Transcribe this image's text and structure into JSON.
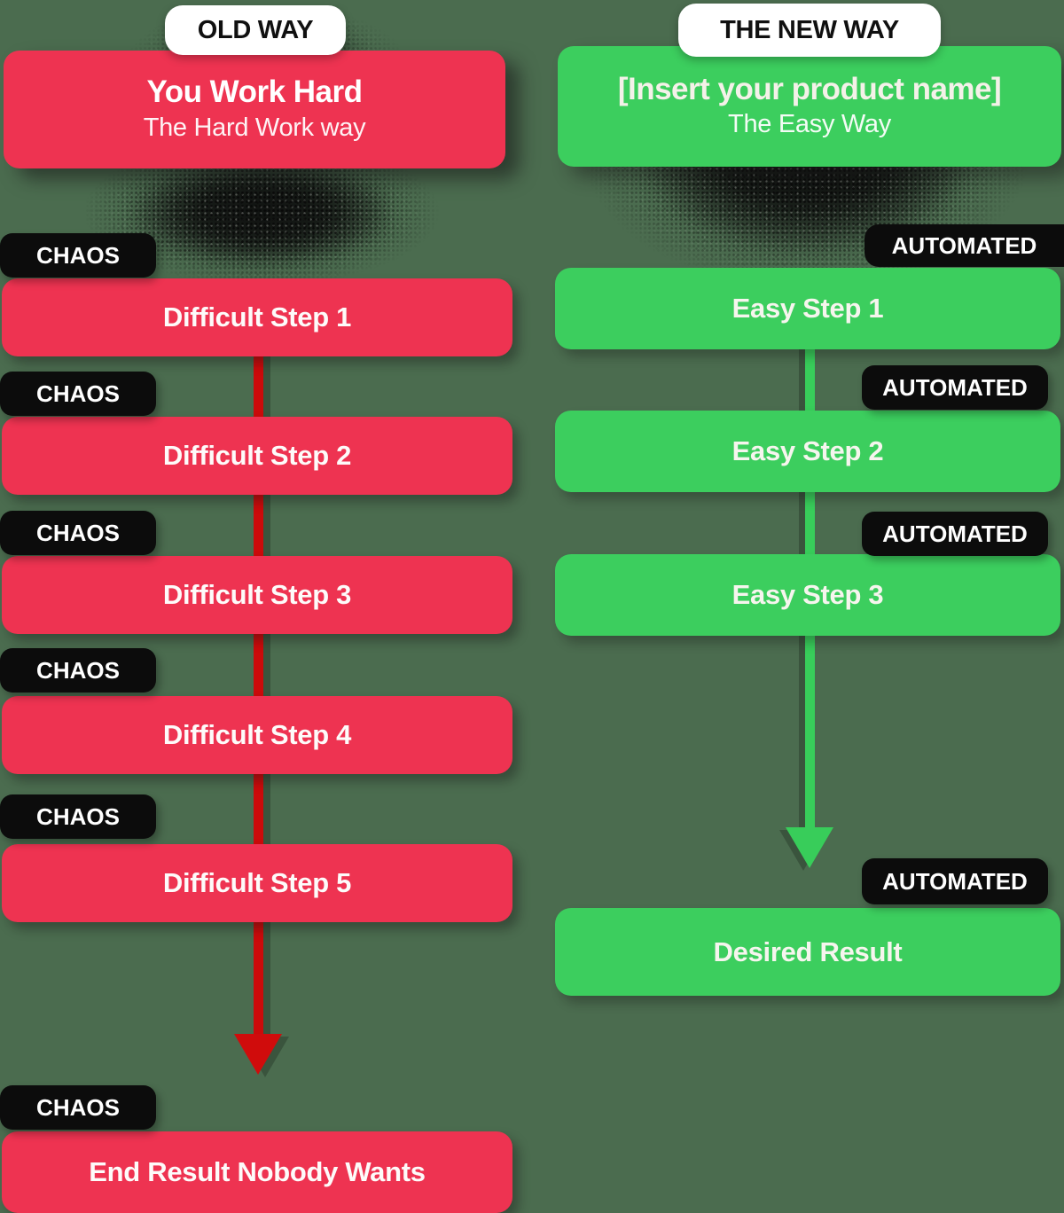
{
  "old_way": {
    "tag": "OLD WAY",
    "header": {
      "title": "You Work Hard",
      "subtitle": "The Hard Work way"
    },
    "badge": "CHAOS",
    "steps": [
      "Difficult Step 1",
      "Difficult Step 2",
      "Difficult Step 3",
      "Difficult Step 4",
      "Difficult Step 5"
    ],
    "result": "End Result Nobody Wants"
  },
  "new_way": {
    "tag": "THE NEW WAY",
    "header": {
      "title": "[Insert your product name]",
      "subtitle": "The Easy Way"
    },
    "badge": "AUTOMATED",
    "steps": [
      "Easy Step 1",
      "Easy Step 2",
      "Easy Step 3"
    ],
    "result": "Desired Result"
  },
  "colors": {
    "background": "#4b6c4f",
    "red_box": "#ee3351",
    "green_box": "#3cce5e",
    "tag_black": "#0c0c0c",
    "red_arrow": "#cb0b0b",
    "green_arrow": "#38cd5a",
    "pill_bg": "#ffffff",
    "text_light": "#ffffff"
  }
}
